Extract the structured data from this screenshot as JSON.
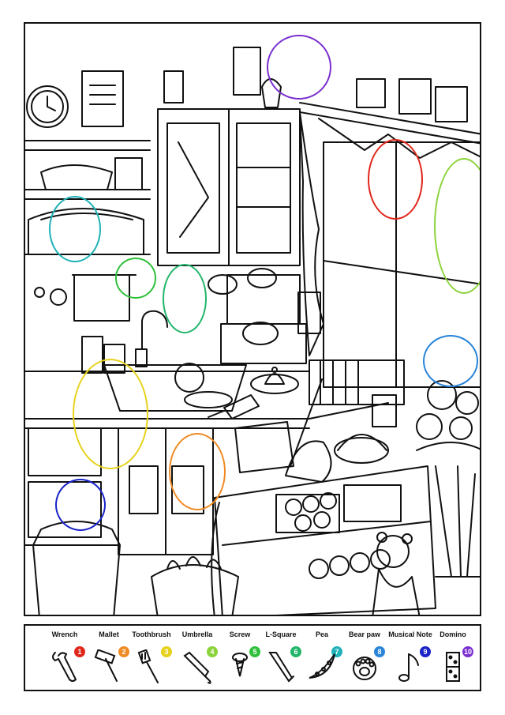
{
  "puzzle": {
    "items": [
      {
        "label": "Wrench",
        "number": "1",
        "color": "#e1261c",
        "icon": "wrench-icon"
      },
      {
        "label": "Mallet",
        "number": "2",
        "color": "#f08a24",
        "icon": "mallet-icon"
      },
      {
        "label": "Toothbrush",
        "number": "3",
        "color": "#e6d21c",
        "icon": "toothbrush-icon"
      },
      {
        "label": "Umbrella",
        "number": "4",
        "color": "#8bd33a",
        "icon": "umbrella-icon"
      },
      {
        "label": "Screw",
        "number": "5",
        "color": "#2fbf3a",
        "icon": "screw-icon"
      },
      {
        "label": "L-Square",
        "number": "6",
        "color": "#22b56b",
        "icon": "l-square-icon"
      },
      {
        "label": "Pea",
        "number": "7",
        "color": "#1fb2b8",
        "icon": "pea-icon"
      },
      {
        "label": "Bear paw",
        "number": "8",
        "color": "#2a84d8",
        "icon": "bear-paw-icon"
      },
      {
        "label": "Musical Note",
        "number": "9",
        "color": "#1a23c8",
        "icon": "musical-note-icon"
      },
      {
        "label": "Domino",
        "number": "10",
        "color": "#7a2fd0",
        "icon": "domino-icon"
      }
    ]
  }
}
